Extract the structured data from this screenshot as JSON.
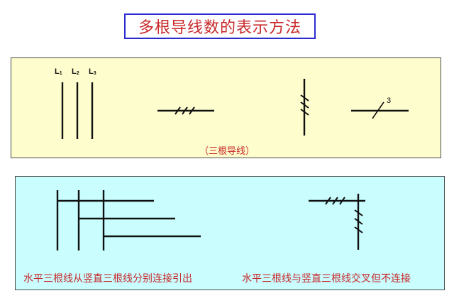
{
  "title": "多根导线数的表示方法",
  "colors": {
    "title_text": "#c8282a",
    "title_border": "#2b2bd0",
    "panel_top_bg": "#fefdcd",
    "panel_bottom_bg": "#c9fdfe",
    "line": "#111111",
    "caption": "#c8282a"
  },
  "top_panel": {
    "labels": [
      {
        "letter": "L",
        "sub": "1"
      },
      {
        "letter": "L",
        "sub": "2"
      },
      {
        "letter": "L",
        "sub": "3"
      }
    ],
    "count_label": "3",
    "caption": "（三根导线）",
    "symbols": [
      "three-parallel-vertical-lines",
      "horizontal-line-three-ticks",
      "vertical-line-three-ticks",
      "horizontal-line-slash-with-number"
    ]
  },
  "bottom_panel": {
    "left_caption": "水平三根线从竖直三根线分别连接引出",
    "right_caption": "水平三根线与竖直三根线交叉但不连接"
  }
}
